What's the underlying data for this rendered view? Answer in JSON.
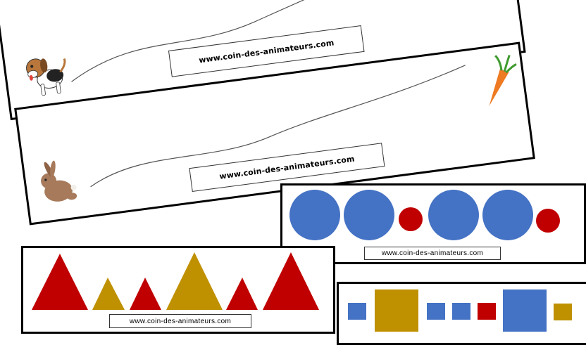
{
  "site": {
    "url": "www.coin-des-animateurs.com"
  },
  "colors": {
    "blue": "#4472c4",
    "red": "#c00000",
    "gold": "#bf9000",
    "carrot": "#ee7a22",
    "carrot_leaves": "#3f9b2f",
    "rabbit": "#a67a5b",
    "dog_brown": "#b9773b"
  },
  "cards": {
    "dog_path": {
      "image": "dog"
    },
    "rabbit_path": {
      "image": "rabbit",
      "target": "carrot"
    },
    "circles": {
      "sequence": [
        "big-blue",
        "big-blue",
        "small-red",
        "big-blue",
        "big-blue",
        "small-red"
      ]
    },
    "triangles": {
      "sequence": [
        "big-red",
        "small-gold",
        "small-red",
        "big-gold",
        "small-red",
        "big-red"
      ]
    },
    "squares": {
      "sequence": [
        "small-blue",
        "big-gold",
        "small-blue",
        "small-blue",
        "small-red",
        "big-blue",
        "small-gold"
      ]
    }
  }
}
